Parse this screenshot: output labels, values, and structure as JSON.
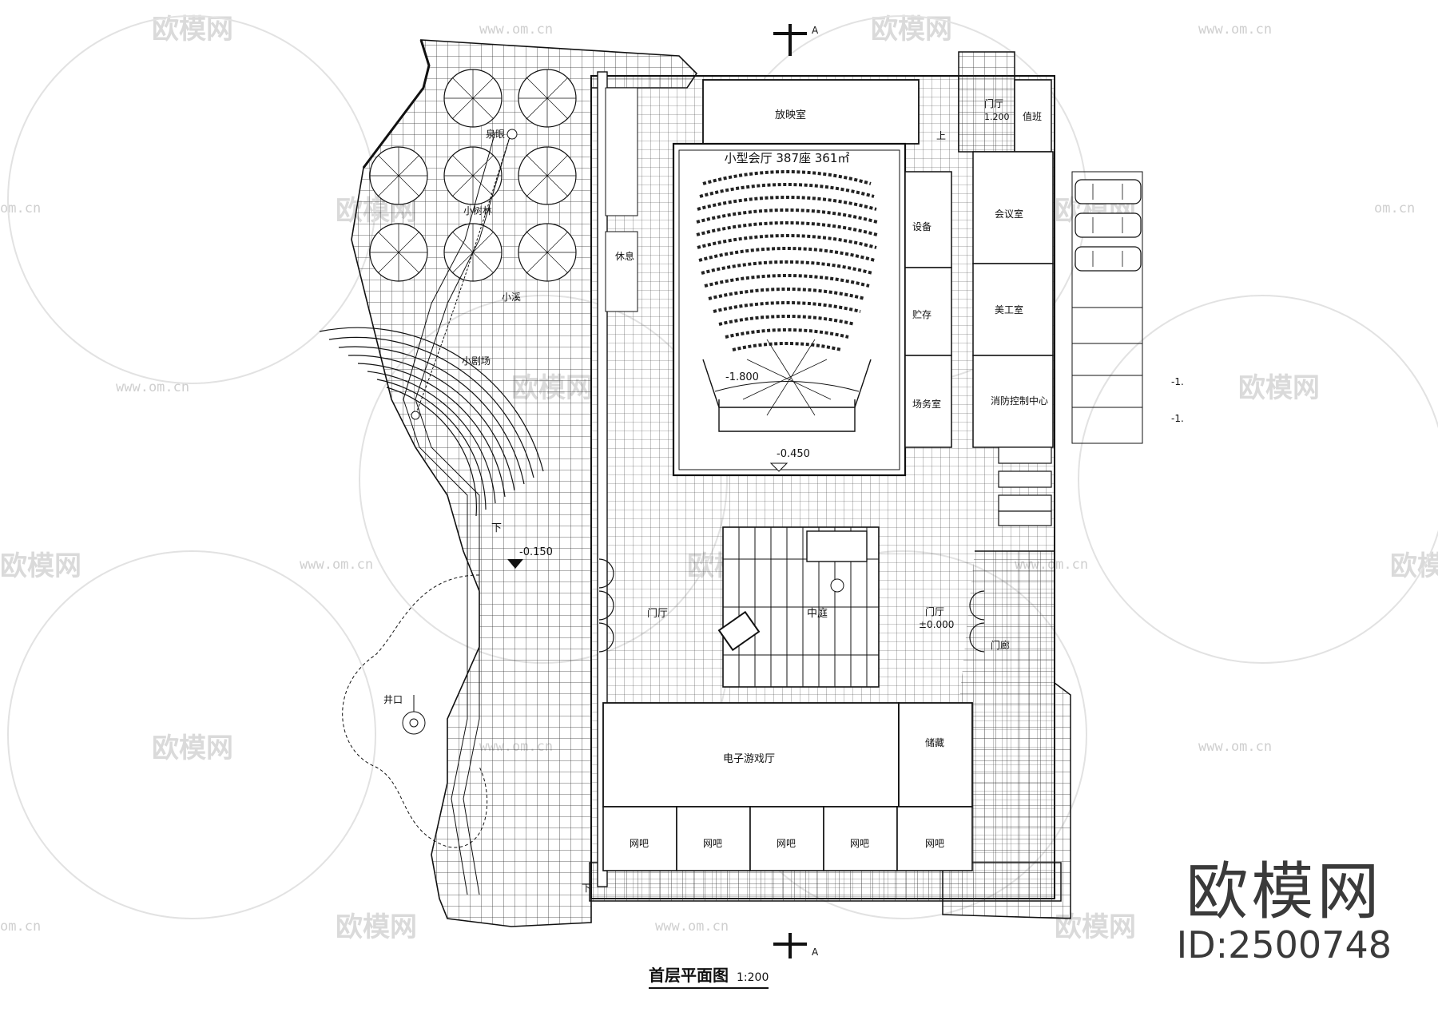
{
  "watermark": {
    "logo_text": "欧模网",
    "url": "www.om.cn",
    "url_partial": "om.cn"
  },
  "section_marks": {
    "top": "A",
    "bottom": "A"
  },
  "rooms": {
    "projection_room": "放映室",
    "hall_title": "小型会厅 387座 361㎡",
    "equipment": "设备",
    "storage": "贮存",
    "stage_manager": "场务室",
    "reception_hall": "门厅",
    "reception_level": "1.200",
    "duty": "值班",
    "conference": "会议室",
    "art_studio": "美工室",
    "fire_control": "消防控制中心",
    "lobby_left": "门厅",
    "atrium": "中庭",
    "lobby_right": "门厅",
    "lobby_right_level": "±0.000",
    "vestibule": "门廊",
    "game_hall": "电子游戏厅",
    "bar_1": "网吧",
    "bar_2": "网吧",
    "bar_3": "网吧",
    "bar_4": "网吧",
    "bar_5": "网吧",
    "storeroom": "储藏",
    "resting": "休息",
    "fountain": "泉眼",
    "small_garden": "小树林",
    "stream": "小溪",
    "small_theater": "小剧场",
    "well": "井口"
  },
  "levels": {
    "stage_pit": "-1.800",
    "stage_front": "-0.450",
    "plaza": "-0.150",
    "side_1": "-1.",
    "side_2": "-1."
  },
  "arrows": {
    "down_1": "下",
    "up_1": "上",
    "down_2": "下"
  },
  "caption": {
    "title": "首层平面图",
    "scale": "1:200"
  },
  "brand": {
    "name": "欧模网",
    "id": "ID:2500748"
  }
}
